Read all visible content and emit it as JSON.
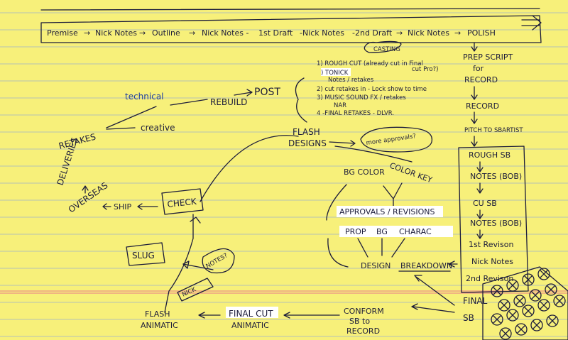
{
  "pipeline": {
    "premise": "Premise",
    "nick_notes_1": "Nick Notes",
    "outline": "Outline",
    "nick_notes_2": "Nick Notes -",
    "first_draft": "1st Draft",
    "nick_notes_3": "-Nick Notes",
    "second_draft": "-2nd Draft",
    "nick_notes_4": "Nick Notes",
    "polish": "POLISH"
  },
  "casting": "CASTING",
  "right_column": {
    "prep_script": "PREP SCRIPT",
    "for": "for",
    "record_1": "RECORD",
    "record_2": "RECORD",
    "pitch": "PITCH TO SBARTIST",
    "rough_sb": "ROUGH SB",
    "notes_bob_1": "NOTES (BOB)",
    "cu_sb": "CU SB",
    "notes_bob_2": "NOTES (BOB)",
    "first_revision": "1st Revison",
    "nick_notes": "Nick Notes",
    "second_revision": "2nd Revison",
    "final": "FINAL",
    "sb": "SB"
  },
  "post": {
    "label": "POST",
    "rebuild": "REBUILD",
    "technical": "technical",
    "creative": "creative",
    "item1": "1) ROUGH CUT (already cut in Final",
    "item1b": "cut Pro?)",
    "tonick": ") TONICK",
    "notes_retakes": "Notes / retakes",
    "item2": "2) cut retakes in - Lock show to time",
    "item3": "3) MUSIC SOUND FX / retakes",
    "nar": "NAR",
    "item4": "4 -FINAL RETAKES - DLVR."
  },
  "left_flow": {
    "retakes": "RETAKES",
    "deliveries": "DELIVERIES",
    "overseas": "OVERSEAS",
    "ship": "SHIP",
    "check": "CHECK",
    "slug": "SLUG",
    "notes_q": "NOTES?",
    "nick": "NICK",
    "flash_animatic_1": "FLASH",
    "flash_animatic_2": "ANIMATIC",
    "final_cut": "FINAL CUT",
    "animatic": "ANIMATIC",
    "conform_1": "CONFORM",
    "conform_2": "SB to",
    "conform_3": "RECORD"
  },
  "design": {
    "flash_designs_1": "FLASH",
    "flash_designs_2": "DESIGNS",
    "more_approvals": "more approvals?",
    "bg_color": "BG COLOR",
    "color_key": "COLOR KEY",
    "approvals": "APPROVALS / REVISIONS",
    "prop": "PROP",
    "bg": "BG",
    "charac": "CHARAC",
    "design_breakdown_1": "DESIGN",
    "design_breakdown_2": "BREAKDOWN"
  }
}
